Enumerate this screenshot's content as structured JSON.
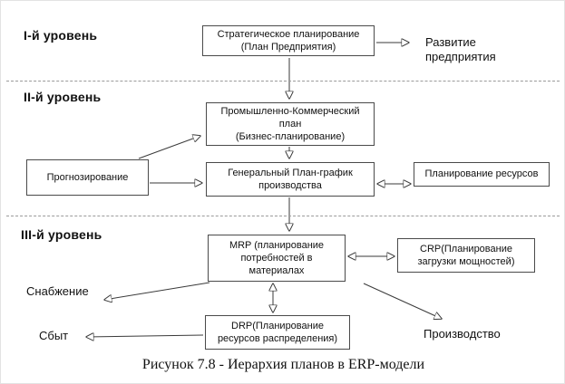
{
  "levels": {
    "l1": "I-й уровень",
    "l2": "II-й уровень",
    "l3": "III-й уровень"
  },
  "boxes": {
    "strategic": {
      "lines": [
        "Стратегическое планирование",
        "(План Предприятия)"
      ]
    },
    "commercial": {
      "lines": [
        "Промышленно-Коммерческий",
        "план",
        "(Бизнес-планирование)"
      ]
    },
    "forecast": {
      "lines": [
        "Прогнозирование"
      ]
    },
    "genplan": {
      "lines": [
        "Генеральный План-график",
        "производства"
      ]
    },
    "resources": {
      "lines": [
        "Планирование ресурсов"
      ]
    },
    "mrp": {
      "lines": [
        "MRP (планирование",
        "потребностей в",
        "материалах"
      ]
    },
    "crp": {
      "lines": [
        "CRP(Планирование",
        "загрузки мощностей)"
      ]
    },
    "drp": {
      "lines": [
        "DRP(Планирование",
        "ресурсов распределения)"
      ]
    }
  },
  "labels": {
    "development": {
      "lines": [
        "Развитие",
        "предприятия"
      ]
    },
    "supply": "Снабжение",
    "sales": "Сбыт",
    "production": "Производство"
  },
  "caption": "Рисунок 7.8 - Иерархия планов в ERP-модели",
  "colors": {
    "line": "#3a3a3a",
    "box_border": "#4a4a4a",
    "text": "#111111"
  }
}
